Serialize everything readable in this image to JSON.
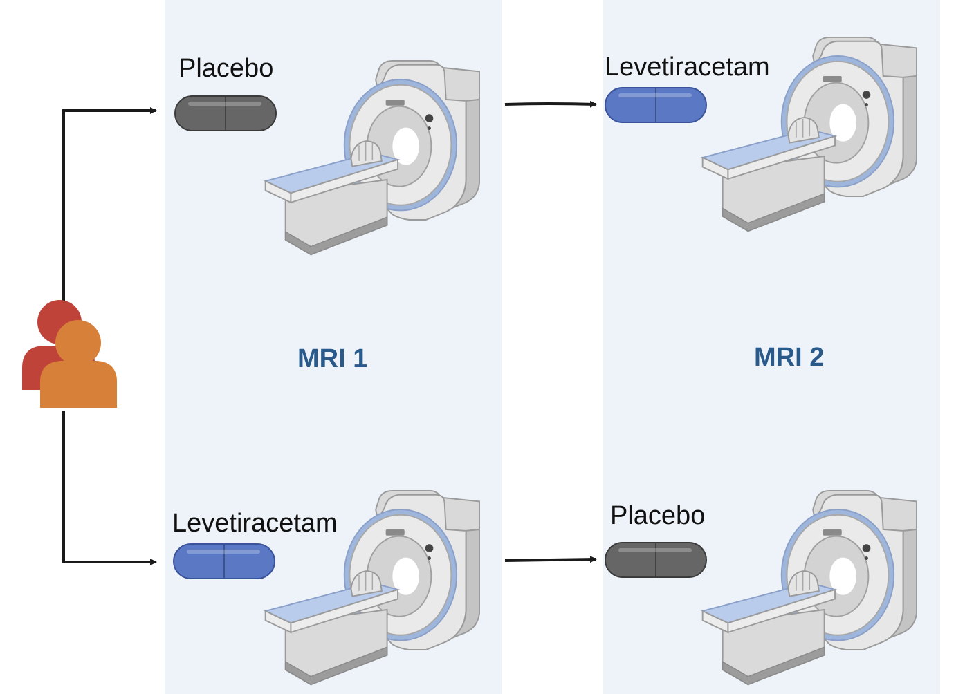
{
  "labels": {
    "session1_top_drug": "Placebo",
    "session2_top_drug": "Levetiracetam",
    "session1_bottom_drug": "Levetiracetam",
    "session2_bottom_drug": "Placebo",
    "mri1_title": "MRI 1",
    "mri2_title": "MRI 2"
  },
  "pill_colors": {
    "placebo": "#666666",
    "levetiracetam": "#5a78c4"
  },
  "icons": {
    "participants": "participants-icon",
    "scanner": "mri-scanner-icon",
    "pill": "capsule-icon"
  }
}
